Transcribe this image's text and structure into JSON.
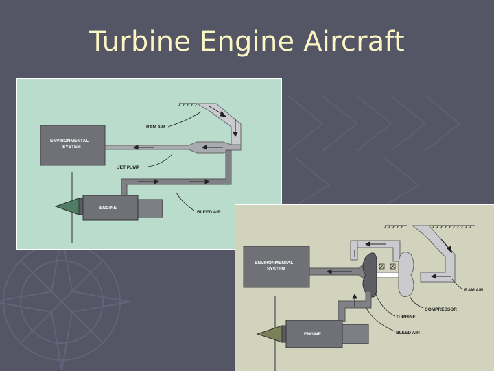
{
  "slide": {
    "title": "Turbine Engine Aircraft",
    "background_color": "#545565",
    "title_color": "#fbf6c4"
  },
  "diagram_1": {
    "background_color": "#b9dccc",
    "labels": {
      "environmental_system_line1": "ENVIRONMENTAL",
      "environmental_system_line2": "SYSTEM",
      "ram_air": "RAM AIR",
      "jet_pump": "JET PUMP",
      "engine": "ENGINE",
      "bleed_air": "BLEED AIR"
    }
  },
  "diagram_2": {
    "background_color": "#d2d3bd",
    "labels": {
      "environmental_system_line1": "ENVIRONMENTAL",
      "environmental_system_line2": "SYSTEM",
      "ram_air": "RAM AIR",
      "compressor": "COMPRESSOR",
      "turbine": "TURBINE",
      "engine": "ENGINE",
      "bleed_air": "BLEED AIR"
    }
  }
}
